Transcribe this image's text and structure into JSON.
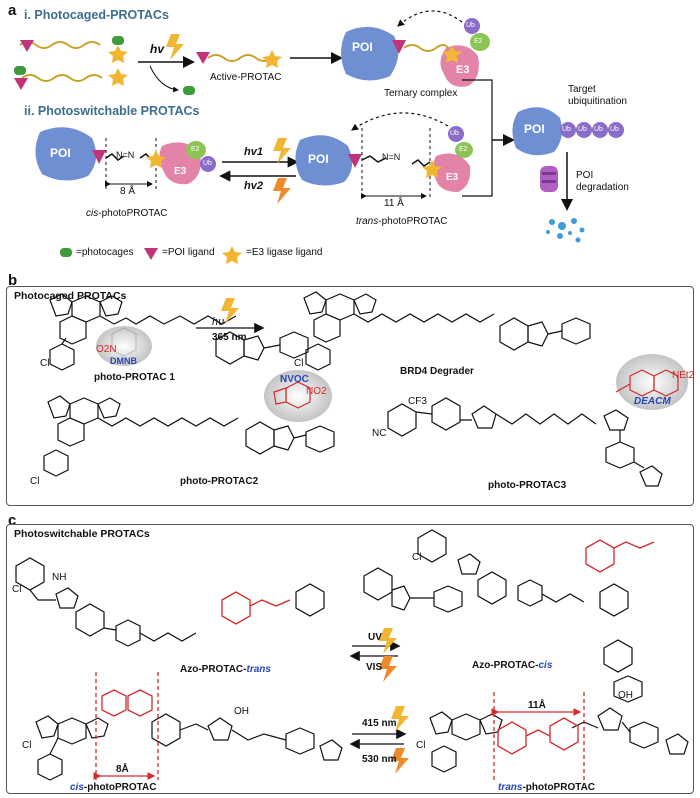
{
  "panel_a": {
    "letter": "a",
    "section_i": "i. Photocaged-PROTACs",
    "section_ii": "ii. Photoswitchable PROTACs",
    "hv": "hv",
    "hv1": "hv1",
    "hv2": "hv2",
    "active_protac": "Active-PROTAC",
    "ternary_complex": "Ternary complex",
    "target_ubiquitination": "Target\nubiquitination",
    "poi_degradation": "POI\ndegradation",
    "poi": "POI",
    "e3": "E3",
    "e2": "E2",
    "ub": "Ub",
    "cis_label_italic": "cis",
    "cis_label_rest": "-photoPROTAC",
    "trans_label_italic": "trans",
    "trans_label_rest": "-photoPROTAC",
    "dist_8": "8 Å",
    "dist_11": "11 Å",
    "azo": "N=N",
    "legend_photocages": "=photocages",
    "legend_poi": "=POI ligand",
    "legend_e3": "=E3 ligase ligand"
  },
  "panel_b": {
    "letter": "b",
    "title": "Photocaged PROTACs",
    "photo_protac_1": "photo-PROTAC 1",
    "brd4_degrader": "BRD4 Degrader",
    "photo_protac_2": "photo-PROTAC2",
    "photo_protac_3": "photo-PROTAC3",
    "dmnb": "DMNB",
    "nvoc": "NVOC",
    "deacm": "DEACM",
    "hv": "hυ",
    "wavelength": "365 nm",
    "cl": "Cl",
    "o2n": "O2N",
    "no2": "NO2",
    "cf3": "CF3",
    "nc": "NC",
    "net2": "NEt2"
  },
  "panel_c": {
    "letter": "c",
    "title": "Photoswitchable PROTACs",
    "azo_trans_prefix": "Azo-PROTAC-",
    "azo_trans_suffix": "trans",
    "azo_cis_prefix": "Azo-PROTAC-",
    "azo_cis_suffix": "cis",
    "uv": "UV",
    "vis": "VIS",
    "nm415": "415 nm",
    "nm530": "530 nm",
    "cis_italic": "cis",
    "cis_rest": "-photoPROTAC",
    "trans_italic": "trans",
    "trans_rest": "-photoPROTAC",
    "dist_8": "8Å",
    "dist_11": "11Å",
    "oh": "OH",
    "cl": "Cl",
    "nh": "NH"
  },
  "colors": {
    "poi": "#6f8fd3",
    "e3": "#e383a8",
    "e2": "#8cc456",
    "ub": "#8a6cc9",
    "ligand": "#c2337a",
    "star": "#f2b632",
    "cage": "#3f9a3c",
    "red": "#d42a2a",
    "blue": "#2347b8"
  }
}
